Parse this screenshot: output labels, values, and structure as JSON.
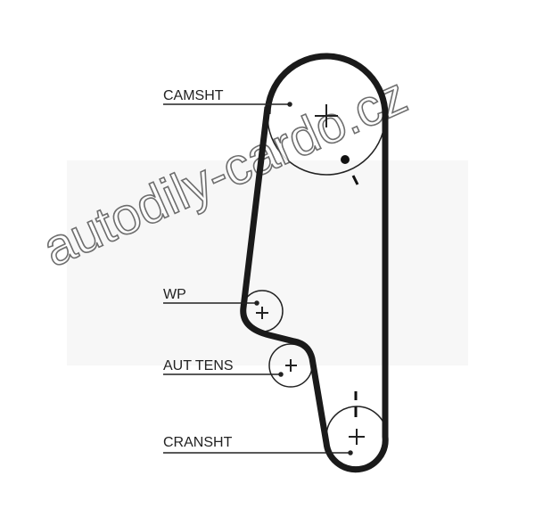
{
  "labels": {
    "camshaft": "CAMSHT",
    "water_pump": "WP",
    "auto_tensioner": "AUT TENS",
    "crankshaft": "CRANSHT"
  },
  "watermark": "autodily-cardo.cz",
  "colors": {
    "belt": "#1a1a1a",
    "line": "#222222"
  }
}
